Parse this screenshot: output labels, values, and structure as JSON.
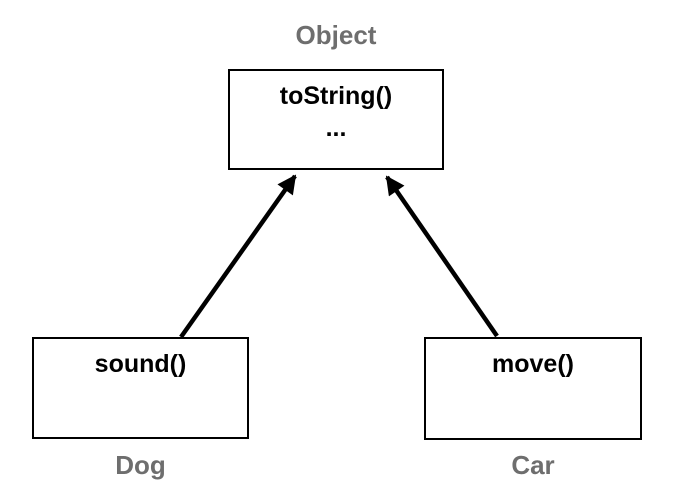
{
  "nodes": {
    "object": {
      "label": "Object",
      "methods": [
        "toString()",
        "..."
      ]
    },
    "dog": {
      "label": "Dog",
      "methods": [
        "sound()"
      ]
    },
    "car": {
      "label": "Car",
      "methods": [
        "move()"
      ]
    }
  },
  "edges": [
    {
      "from": "dog",
      "to": "object",
      "style": "solid-arrow"
    },
    {
      "from": "car",
      "to": "object",
      "style": "solid-arrow"
    }
  ],
  "colors": {
    "background": "#ffffff",
    "box_border": "#000000",
    "method_text": "#000000",
    "label_text": "#6e6e6e",
    "arrow": "#000000"
  }
}
